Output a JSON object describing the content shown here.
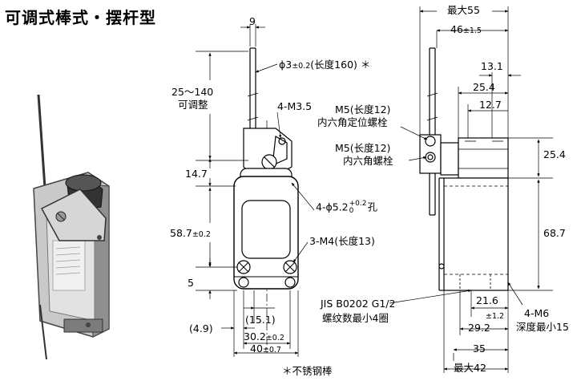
{
  "title": "可调式棒式・摆杆型",
  "front": {
    "dim_9": "9",
    "rod_dia": "ϕ3",
    "rod_dia_tol": "±0.2",
    "rod_length": "(长度160)",
    "rod_asterisk": "＊",
    "range": "25～140",
    "adjustable": "可调整",
    "m35": "4-M3.5",
    "d147": "14.7",
    "hole": "4-ϕ5.2",
    "hole_tol_upper": "+0.2",
    "hole_tol_lower": "0",
    "hole_suffix": "孔",
    "d587": "58.7",
    "d587_tol": "±0.2",
    "m4": "3-M4",
    "m4_len": "(长度13)",
    "d5": "5",
    "d49": "(4.9)",
    "d151": "(15.1)",
    "d302": "30.2",
    "d302_tol": "±0.2",
    "d40": "40",
    "d40_tol": "±0.7",
    "note": "＊不锈钢棒"
  },
  "side": {
    "max55": "最大55",
    "d46": "46",
    "d46_tol": "±1.5",
    "d131": "13.1",
    "d254a": "25.4",
    "d127": "12.7",
    "m5a": "M5(长度12)",
    "m5a_desc": "内六角定位螺栓",
    "m5b": "M5(长度12)",
    "m5b_desc": "内六角螺栓",
    "d254b": "25.4",
    "d687": "68.7",
    "d216": "21.6",
    "d12_tol": "±1.2",
    "d292": "29.2",
    "jis": "JIS B0202 G1/2",
    "jis_desc": "螺纹数最小4圈",
    "m6": "4-M6",
    "m6_desc": "深度最小15",
    "d35": "35",
    "max42": "最大42"
  }
}
